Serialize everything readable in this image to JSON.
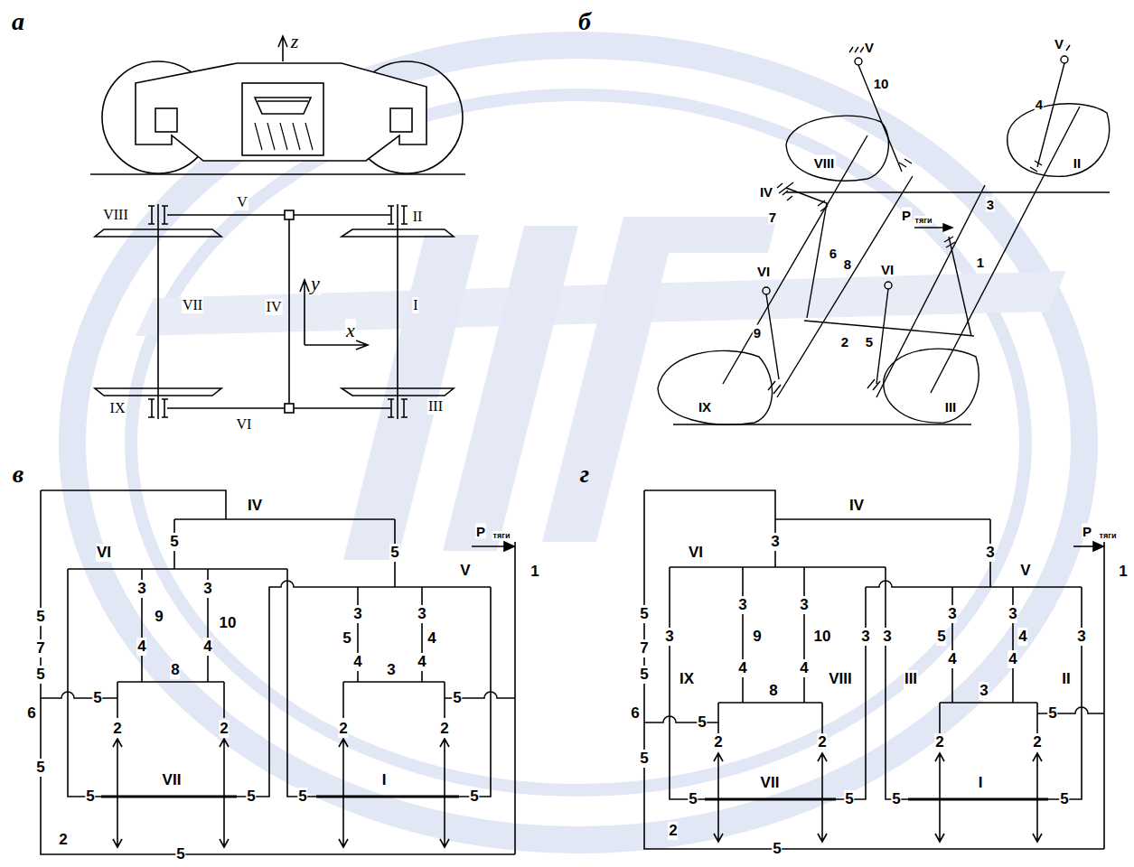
{
  "diagram": {
    "labels": [
      "а",
      "б",
      "в",
      "г",
      "z",
      "VIII",
      "V",
      "II",
      "VII",
      "IV",
      "y",
      "x",
      "I",
      "IX",
      "VI",
      "III",
      "V",
      "10",
      "V",
      "4",
      "VIII",
      "II",
      "IV",
      "7",
      "P",
      "тяги",
      "3",
      "6",
      "8",
      "1",
      "VI",
      "VI",
      "9",
      "2",
      "5",
      "IX",
      "III",
      "IV",
      "P",
      "тяги",
      "5",
      "VI",
      "5",
      "V",
      "1",
      "5",
      "7",
      "5",
      "6",
      "5",
      "3",
      "3",
      "9",
      "10",
      "4",
      "4",
      "8",
      "5",
      "2",
      "2",
      "3",
      "5",
      "4",
      "3",
      "4",
      "4",
      "3",
      "5",
      "2",
      "2",
      "5",
      "VII",
      "5",
      "5",
      "I",
      "5",
      "2",
      "5",
      "IV",
      "P",
      "тяги",
      "3",
      "VI",
      "3",
      "V",
      "1",
      "5",
      "7",
      "5",
      "6",
      "5",
      "3",
      "3",
      "3",
      "9",
      "10",
      "4",
      "4",
      "8",
      "5",
      "IX",
      "VIII",
      "III",
      "II",
      "3",
      "3",
      "3",
      "5",
      "4",
      "3",
      "4",
      "4",
      "3",
      "5",
      "3",
      "2",
      "2",
      "2",
      "2",
      "5",
      "VII",
      "5",
      "5",
      "I",
      "5",
      "2",
      "5"
    ]
  }
}
